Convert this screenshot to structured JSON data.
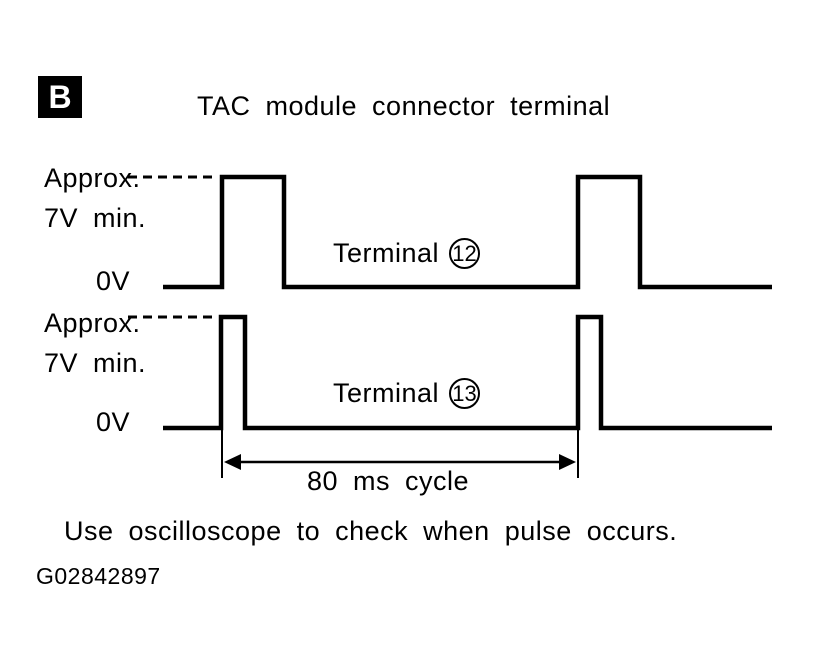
{
  "figure": {
    "badge": "B",
    "title": "TAC module connector terminal",
    "caption": "Use oscilloscope to check when pulse occurs.",
    "figure_id": "G02842897"
  },
  "waveform_12": {
    "high_label_line1": "Approx.",
    "high_label_line2": "7V min.",
    "zero_label": "0V",
    "terminal_label": "Terminal",
    "terminal_number": "12"
  },
  "waveform_13": {
    "high_label_line1": "Approx.",
    "high_label_line2": "7V min.",
    "zero_label": "0V",
    "terminal_label": "Terminal",
    "terminal_number": "13"
  },
  "measurement": {
    "cycle_label": "80 ms cycle"
  },
  "colors": {
    "ink": "#000000",
    "background": "#ffffff"
  }
}
